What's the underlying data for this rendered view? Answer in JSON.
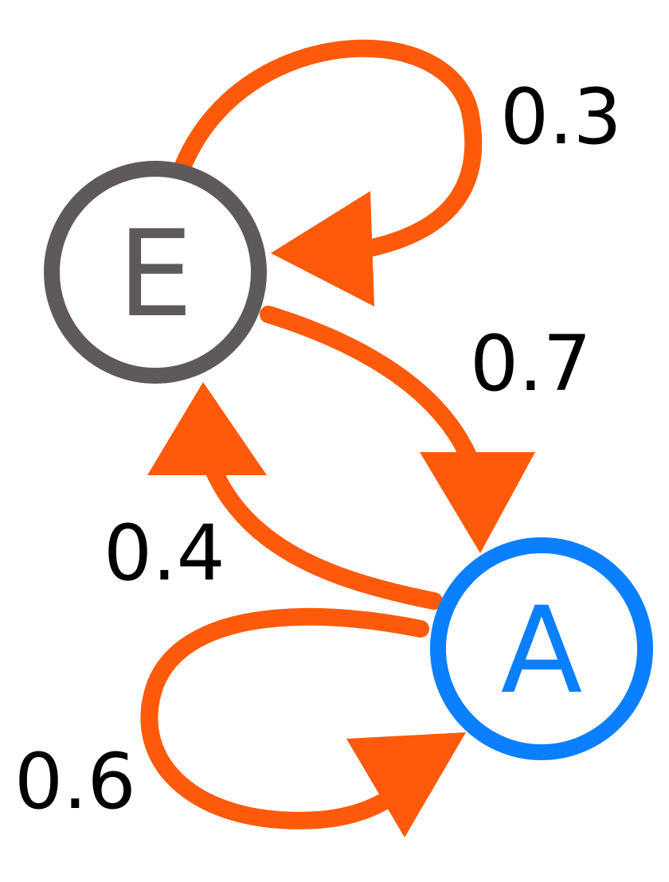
{
  "colors": {
    "edge": "#ff5a0a",
    "node_e": "#5e5a59",
    "node_a": "#0a7fff",
    "text": "#000000",
    "background": "#ffffff"
  },
  "nodes": {
    "e": {
      "label": "E"
    },
    "a": {
      "label": "A"
    }
  },
  "edges": {
    "e_to_e": {
      "probability": "0.3"
    },
    "e_to_a": {
      "probability": "0.7"
    },
    "a_to_e": {
      "probability": "0.4"
    },
    "a_to_a": {
      "probability": "0.6"
    }
  }
}
